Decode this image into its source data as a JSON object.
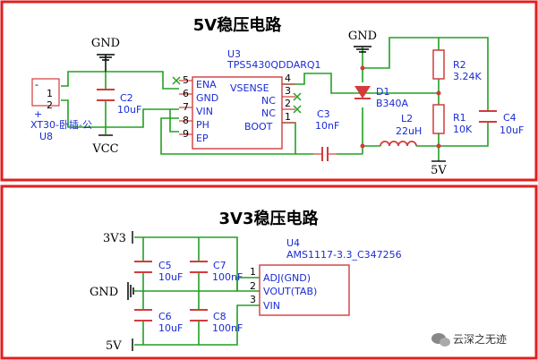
{
  "colors": {
    "border": "#e02020",
    "wire": "#22a022",
    "component": "#d23c3c",
    "label_blue": "#1a2bd6",
    "no_connect": "#22a022"
  },
  "section1": {
    "title": "5V稳压电路",
    "connector": {
      "name": "XT30-卧插-公",
      "ref": "U8",
      "pin_minus": "-",
      "pin_plus": "+",
      "pin1": "1",
      "pin2": "2"
    },
    "gnd_left": "GND",
    "vcc": "VCC",
    "c2": {
      "ref": "C2",
      "value": "10uF"
    },
    "u3": {
      "ref": "U3",
      "part": "TPS5430QDDARQ1",
      "left_pins": [
        {
          "num": "5",
          "name": "ENA"
        },
        {
          "num": "6",
          "name": "GND"
        },
        {
          "num": "7",
          "name": "VIN"
        },
        {
          "num": "8",
          "name": "PH"
        },
        {
          "num": "9",
          "name": "EP"
        }
      ],
      "right_pins": [
        {
          "num": "4",
          "name": "VSENSE"
        },
        {
          "num": "3",
          "name": "NC"
        },
        {
          "num": "2",
          "name": "NC"
        },
        {
          "num": "1",
          "name": "BOOT"
        }
      ]
    },
    "c3": {
      "ref": "C3",
      "value": "10nF"
    },
    "gnd_top": "GND",
    "d1": {
      "ref": "D1",
      "value": "B340A"
    },
    "l2": {
      "ref": "L2",
      "value": "22uH"
    },
    "r2": {
      "ref": "R2",
      "value": "3.24K"
    },
    "r1": {
      "ref": "R1",
      "value": "10K"
    },
    "c4": {
      "ref": "C4",
      "value": "10uF"
    },
    "out": "5V"
  },
  "section2": {
    "title": "3V3稳压电路",
    "net_3v3": "3V3",
    "net_gnd": "GND",
    "net_5v": "5V",
    "c5": {
      "ref": "C5",
      "value": "10uF"
    },
    "c7": {
      "ref": "C7",
      "value": "100nF"
    },
    "c6": {
      "ref": "C6",
      "value": "10uF"
    },
    "c8": {
      "ref": "C8",
      "value": "100nF"
    },
    "u4": {
      "ref": "U4",
      "part": "AMS1117-3.3_C347256",
      "pins": [
        {
          "num": "1",
          "name": "ADJ(GND)"
        },
        {
          "num": "2",
          "name": "VOUT(TAB)"
        },
        {
          "num": "3",
          "name": "VIN"
        }
      ]
    }
  },
  "watermark": "云深之无迹"
}
